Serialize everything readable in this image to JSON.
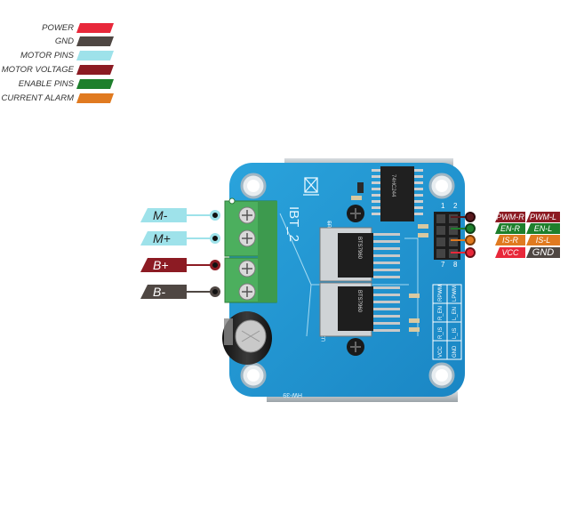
{
  "legend": [
    {
      "label": "POWER",
      "color": "#e8283a"
    },
    {
      "label": "GND",
      "color": "#4f4743"
    },
    {
      "label": "MOTOR PINS",
      "color": "#9ee2ea"
    },
    {
      "label": "MOTOR VOLTAGE",
      "color": "#8c1b23"
    },
    {
      "label": "ENABLE PINS",
      "color": "#1e7f2c"
    },
    {
      "label": "CURRENT ALARM",
      "color": "#e07a20"
    }
  ],
  "left_tags": [
    {
      "label": "M-",
      "color": "#9ee2ea",
      "text_color": "#222"
    },
    {
      "label": "M+",
      "color": "#9ee2ea",
      "text_color": "#222"
    },
    {
      "label": "B+",
      "color": "#8c1b23",
      "text_color": "#ffffff"
    },
    {
      "label": "B-",
      "color": "#4f4743",
      "text_color": "#ffffff"
    }
  ],
  "right_pins": [
    {
      "dot": "#5a1a1e",
      "left": "PWM-R",
      "right": "PWM-L",
      "left_color": "#8c1b23",
      "right_color": "#8c1b23"
    },
    {
      "dot": "#1e7f2c",
      "left": "EN-R",
      "right": "EN-L",
      "left_color": "#1e7f2c",
      "right_color": "#1e7f2c"
    },
    {
      "dot": "#e07a20",
      "left": "IS-R",
      "right": "IS-L",
      "left_color": "#e07a20",
      "right_color": "#e07a20"
    },
    {
      "dot": "#e8283a",
      "left": "VCC",
      "right": "GND",
      "left_color": "#e8283a",
      "right_color": "#4f4743"
    }
  ],
  "board": {
    "silk_title": "IBT_2",
    "model": "HW-39",
    "chip_upper": "BTS7960",
    "chip_lower": "BTS7960",
    "chip_upper_id": "U3",
    "chip_lower_id": "U2",
    "header_numbers": [
      "1",
      "2",
      "7",
      "8"
    ],
    "header_labels": [
      "VCC",
      "R_IS",
      "R_EN",
      "RPWM",
      "GND",
      "L_IS",
      "L_EN",
      "LPWM"
    ],
    "driver_ic": "74HC244"
  }
}
